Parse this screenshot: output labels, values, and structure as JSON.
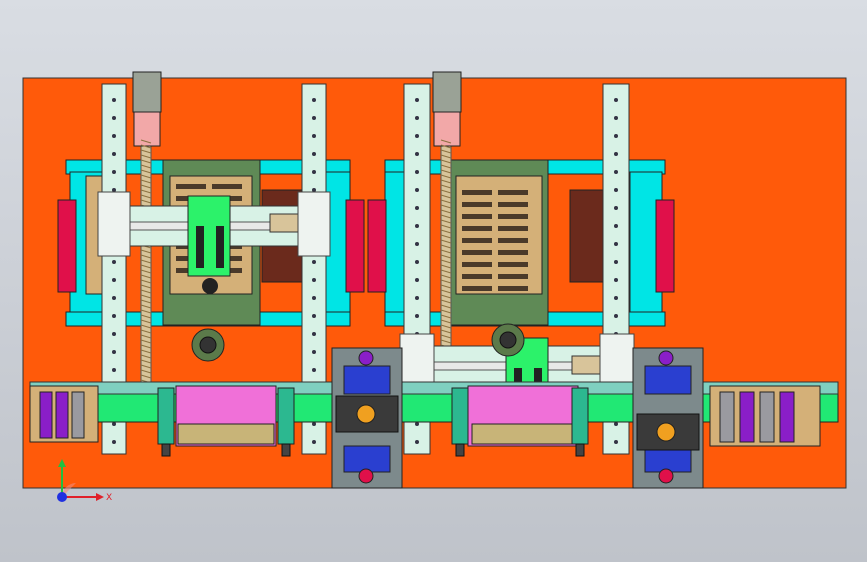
{
  "viewport": {
    "model": "cad-assembly",
    "view": "top",
    "render_style": "shaded-with-edges"
  },
  "colors": {
    "background": "#c9cdd4",
    "base_plate": "#ff5a0a",
    "frame_cyan": "#00e5e5",
    "rail_light": "#d8f2e6",
    "crimson": "#e0104a",
    "tray_tan": "#d4b078",
    "tray_green": "#5f8a56",
    "bright_green": "#2cf26a",
    "purple": "#8a1ec8",
    "pink": "#f070d8",
    "dark_red": "#8a1f1f",
    "steel_grey": "#7d8a8c",
    "conveyor_green": "#21e874",
    "blue_block": "#2a3fd0"
  },
  "triad": {
    "x_label": "X",
    "x_color": "#e0202a",
    "y_color": "#20c040",
    "z_color": "#2030e0",
    "icon": "coordinate-triad-icon"
  }
}
